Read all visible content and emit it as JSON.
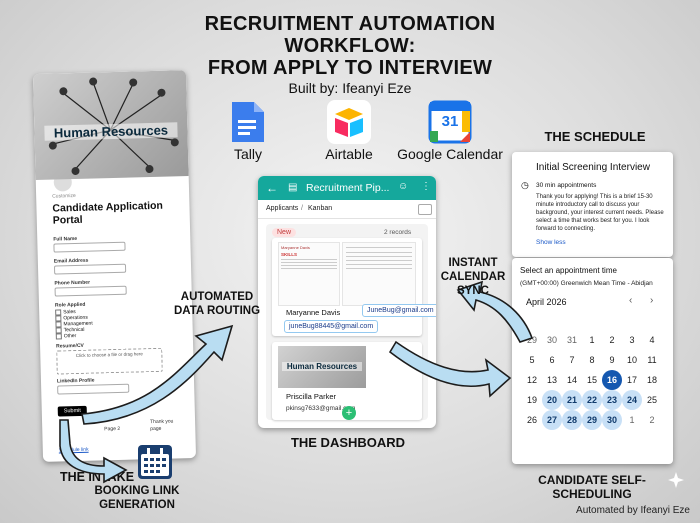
{
  "header": {
    "title_line1": "RECRUITMENT AUTOMATION",
    "title_line2": "WORKFLOW:",
    "title_line3": "FROM APPLY TO INTERVIEW",
    "built_by": "Built by: Ifeanyi Eze"
  },
  "tools": [
    {
      "label": "Tally",
      "icon": "doc-icon",
      "color": "#3b7ded"
    },
    {
      "label": "Airtable",
      "icon": "airtable-icon",
      "color": "#fcb400"
    },
    {
      "label": "Google Calendar",
      "icon": "calendar-icon",
      "color": "#1a73e8",
      "badge": "31"
    }
  ],
  "intake": {
    "banner_text": "Human Resources",
    "breadcrumb": "Customize",
    "form_title": "Candidate Application Portal",
    "fields": [
      "Full Name",
      "Email Address",
      "Phone Number",
      "Role Applied"
    ],
    "roles": [
      "Sales",
      "Operations",
      "Management",
      "Technical",
      "Other"
    ],
    "resume_label": "Resume/CV",
    "upload_hint": "Click to choose a file or drag here",
    "linkedin_label": "LinkedIn Profile",
    "submit_label": "Submit",
    "page_label": "Page 2",
    "thanks_label": "Thank you page",
    "schedule_link": "Schedule link",
    "caption": "THE INTAKE"
  },
  "labels": {
    "routing_line1": "AUTOMATED",
    "routing_line2": "DATA ROUTING",
    "sync_line1": "INSTANT",
    "sync_line2": "CALENDAR",
    "sync_line3": "SYNC",
    "booking_line1": "BOOKING LINK",
    "booking_line2": "GENERATION"
  },
  "dashboard": {
    "app_title": "Recruitment Pip...",
    "nav_applicants": "Applicants",
    "nav_kanban": "Kanban",
    "column_label": "New",
    "record_count": "2 records",
    "card1_name": "Maryanne Davis",
    "card1_email": "juneBug88445@gmail.com",
    "card1_email2": "JuneBug@gmail.com",
    "card1_skills": "SKILLS",
    "card1_resume_name": "Maryanne Davis",
    "card2_name": "Priscilla Parker",
    "card2_banner": "Human Resources",
    "card2_email_partial": "pkinsg7633@gmail.com",
    "caption": "THE DASHBOARD"
  },
  "schedule": {
    "caption_top": "THE SCHEDULE",
    "event_title": "Initial Screening Interview",
    "duration": "30 min appointments",
    "description": "Thank you for applying! This is a brief 15-30 minute introductory call to discuss your background, your interest current needs. Please select a time that works best for you. I look forward to connecting.",
    "show_less": "Show less",
    "select_label": "Select an appointment time",
    "timezone": "(GMT+00:00) Greenwich Mean Time - Abidjan",
    "month": "April 2026",
    "weeks": [
      [
        "29",
        "30",
        "31",
        "1",
        "2",
        "3",
        "4"
      ],
      [
        "5",
        "6",
        "7",
        "8",
        "9",
        "10",
        "11"
      ],
      [
        "12",
        "13",
        "14",
        "15",
        "16",
        "17",
        "18"
      ],
      [
        "19",
        "20",
        "21",
        "22",
        "23",
        "24",
        "25"
      ],
      [
        "26",
        "27",
        "28",
        "29",
        "30",
        "1",
        "2"
      ]
    ],
    "available_days": [
      "20",
      "21",
      "22",
      "23",
      "24",
      "27",
      "28",
      "29",
      "30"
    ],
    "selected_day": "16",
    "caption_bottom": "CANDIDATE SELF-SCHEDULING"
  },
  "footer": {
    "credit": "Automated by Ifeanyi Eze"
  },
  "colors": {
    "teal": "#15a89c",
    "arrow_fill": "#b9ddf2",
    "arrow_stroke": "#1c1c1c",
    "cal_selected": "#1558b0",
    "cal_available": "#c8e0f6"
  }
}
